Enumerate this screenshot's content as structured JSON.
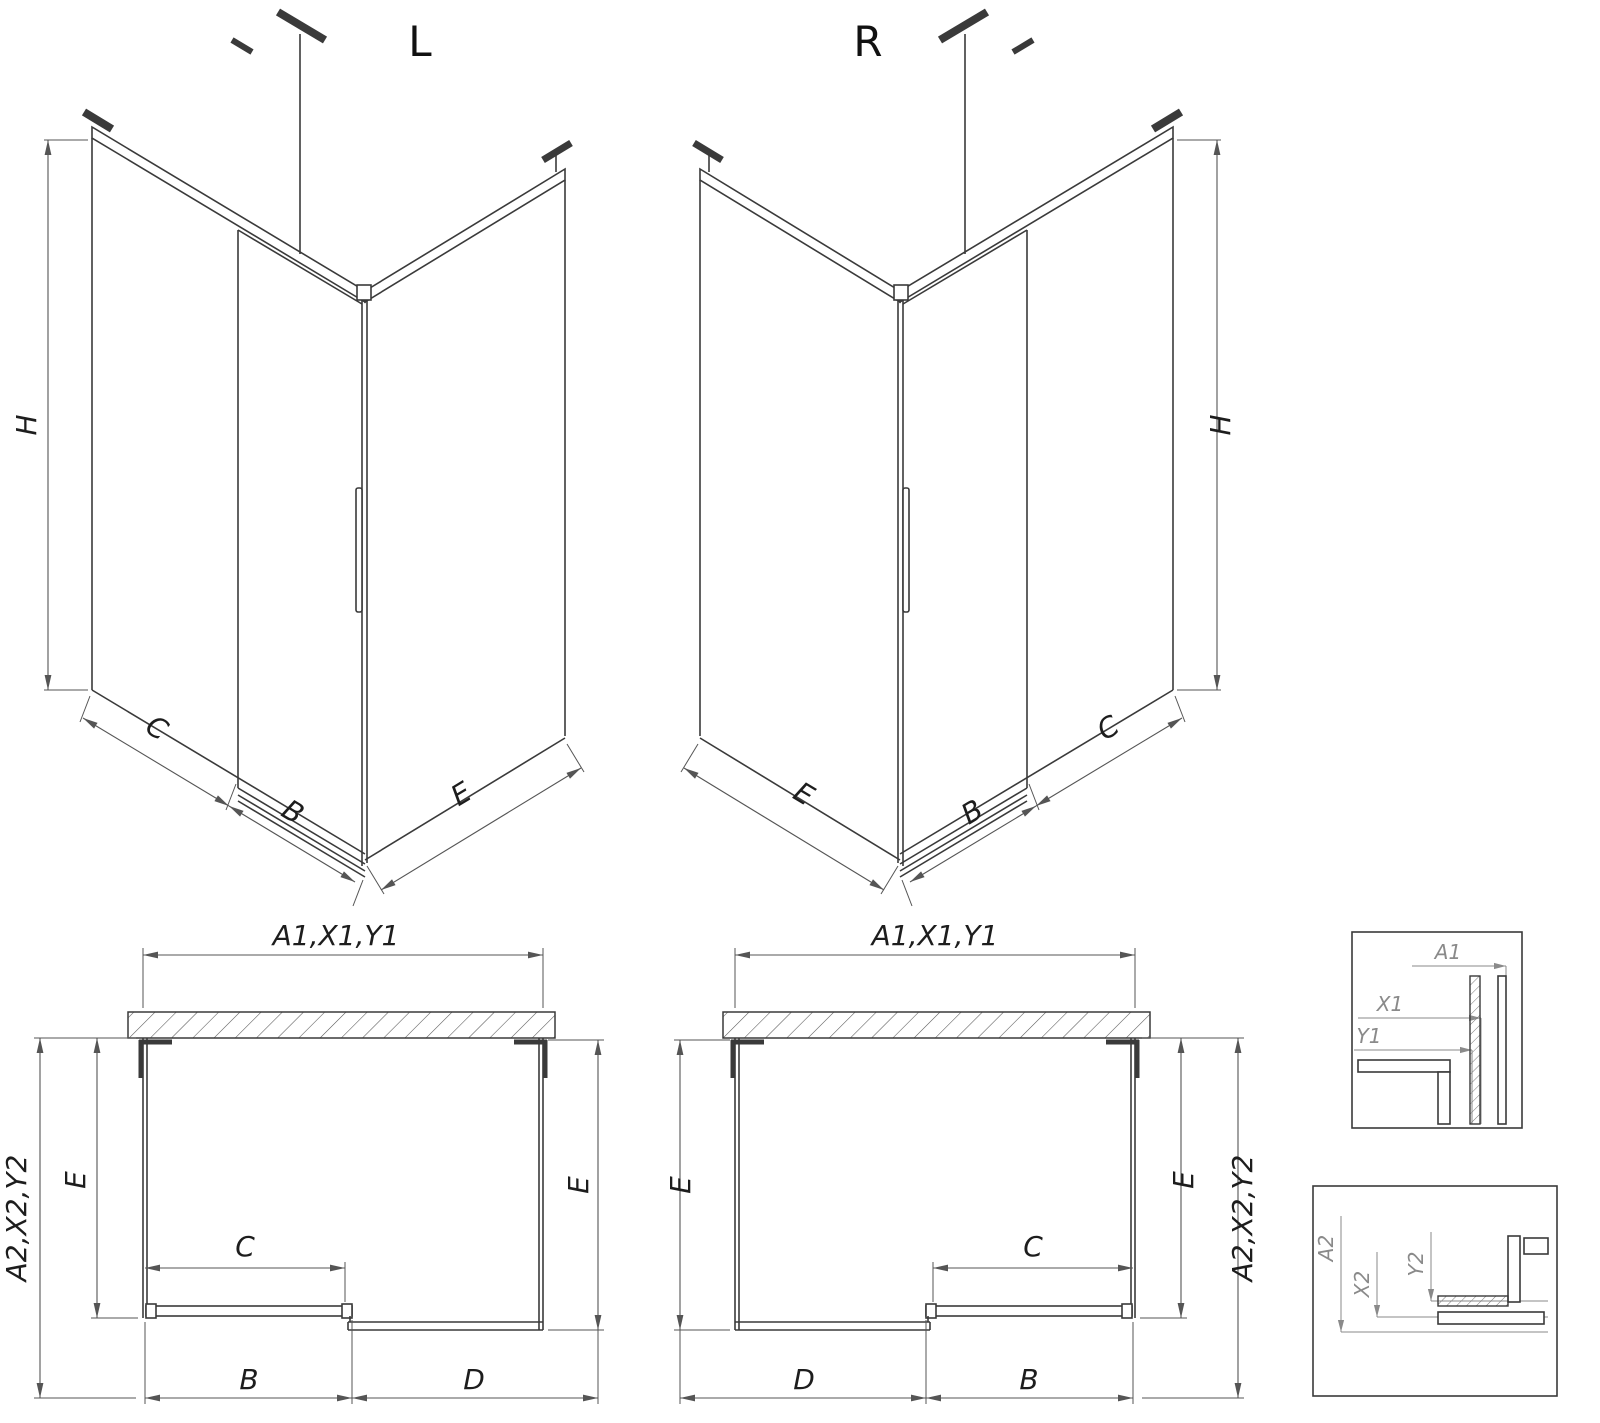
{
  "colors": {
    "background": "#ffffff",
    "object_line": "#3a3a3a",
    "dimension_line": "#555555",
    "detail_line": "#8a8a8a"
  },
  "iso_left": {
    "title": "L",
    "dim_h": "H",
    "dim_c": "C",
    "dim_b": "B",
    "dim_e": "E"
  },
  "iso_right": {
    "title": "R",
    "dim_h": "H",
    "dim_c": "C",
    "dim_b": "B",
    "dim_e": "E"
  },
  "plan_left": {
    "dim_width": "A1,X1,Y1",
    "dim_depth_total": "A2,X2,Y2",
    "dim_e_left": "E",
    "dim_e_right": "E",
    "dim_c": "C",
    "dim_b": "B",
    "dim_d": "D"
  },
  "plan_right": {
    "dim_width": "A1,X1,Y1",
    "dim_depth_total": "A2,X2,Y2",
    "dim_e_left": "E",
    "dim_e_right": "E",
    "dim_c": "C",
    "dim_b": "B",
    "dim_d": "D"
  },
  "detail_top": {
    "dim_a1": "A1",
    "dim_x1": "X1",
    "dim_y1": "Y1"
  },
  "detail_bottom": {
    "dim_a2": "A2",
    "dim_x2": "X2",
    "dim_y2": "Y2"
  }
}
